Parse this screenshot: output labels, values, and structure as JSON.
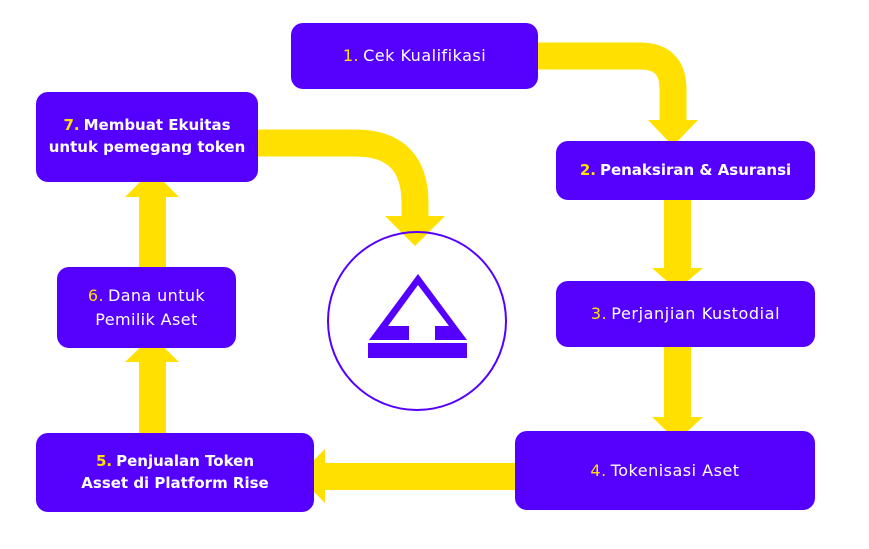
{
  "title": "Tokenization process flow",
  "colors": {
    "box_fill": "#5500ff",
    "arrow": "#ffe000",
    "number": "#ffe000",
    "text": "#ffffff",
    "logo": "#5500ff",
    "background": "#ffffff"
  },
  "steps": [
    {
      "number": "1.",
      "lines": [
        "Cek Kualifikasi"
      ]
    },
    {
      "number": "2.",
      "lines": [
        "Penaksiran & Asuransi"
      ]
    },
    {
      "number": "3.",
      "lines": [
        "Perjanjian Kustodial"
      ]
    },
    {
      "number": "4.",
      "lines": [
        "Tokenisasi Aset"
      ]
    },
    {
      "number": "5.",
      "lines": [
        "Penjualan Token",
        "Asset di Platform Rise"
      ]
    },
    {
      "number": "6.",
      "lines": [
        "Dana untuk",
        "Pemilik Aset"
      ]
    },
    {
      "number": "7.",
      "lines": [
        "Membuat Ekuitas",
        "untuk pemegang token"
      ]
    }
  ],
  "flow": [
    {
      "from": 1,
      "to": 2
    },
    {
      "from": 2,
      "to": 3
    },
    {
      "from": 3,
      "to": 4
    },
    {
      "from": 4,
      "to": 5
    },
    {
      "from": 5,
      "to": 6
    },
    {
      "from": 6,
      "to": 7
    },
    {
      "from": 7,
      "to": "logo"
    }
  ],
  "center_logo": {
    "icon": "rise-logo-icon"
  }
}
